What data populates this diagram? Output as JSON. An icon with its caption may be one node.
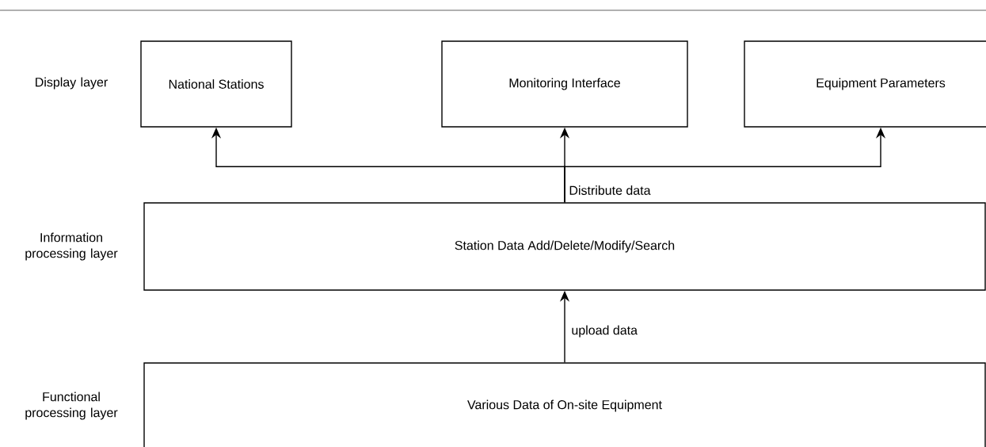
{
  "diagram": {
    "nodes": [
      {
        "text": [
          "National Stations"
        ]
      },
      {
        "text": [
          "Monitoring Interface"
        ]
      },
      {
        "text": [
          "Equipment Parameters"
        ]
      },
      {
        "text": [
          "Station Data Add/Delete/Modify/Search"
        ]
      },
      {
        "text": [
          "Various Data of On-site Equipment"
        ]
      }
    ],
    "edges": [
      {
        "from": 3,
        "to": 0,
        "arrow": "to"
      },
      {
        "from": 3,
        "to": 1,
        "arrow": "to",
        "label": "Distribute data"
      },
      {
        "from": 3,
        "to": 2,
        "arrow": "to"
      },
      {
        "from": 4,
        "to": 3,
        "arrow": "to",
        "label": "upload data"
      }
    ],
    "labels": [
      "Display layer",
      "Information processing layer",
      "Functional processing layer"
    ]
  }
}
